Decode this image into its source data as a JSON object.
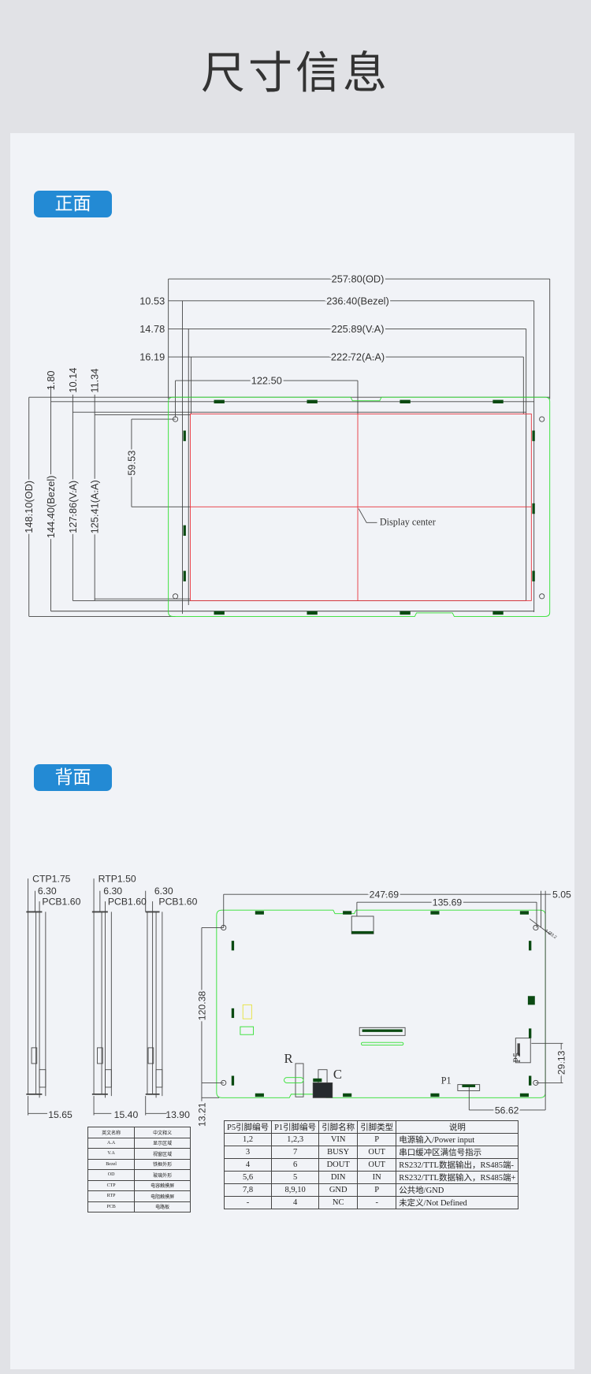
{
  "title": "尺寸信息",
  "colors": {
    "accent": "#238ad4",
    "outline": "#2ee02e",
    "active_area": "#e8313a",
    "pad": "#0b4a12"
  },
  "front": {
    "badge": "正面",
    "dims": {
      "od_width": "257.80(OD)",
      "bezel_width": "236.40(Bezel)",
      "va_width": "225.89(V.A)",
      "aa_width": "222.72(A.A)",
      "bezel_offset": "10.53",
      "va_offset": "14.78",
      "aa_offset": "16.19",
      "center_x": "122.50",
      "center_y": "59.53",
      "od_height": "148.10(OD)",
      "bezel_height": "144.40(Bezel)",
      "va_height": "127.86(V.A)",
      "aa_height": "125.41(A.A)",
      "bezel_top": "1.80",
      "va_top": "10.14",
      "aa_top": "11.34"
    },
    "display_center": "Display center"
  },
  "back": {
    "badge": "背面",
    "profiles": [
      {
        "touch": "CTP1.75",
        "gap": "6.30",
        "pcb": "PCB1.60",
        "total": "15.65"
      },
      {
        "touch": "RTP1.50",
        "gap": "6.30",
        "pcb": "PCB1.60",
        "total": "15.40"
      },
      {
        "touch": "",
        "gap": "6.30",
        "pcb": "PCB1.60",
        "total": "13.90"
      }
    ],
    "dims": {
      "hole_span_x": "247.69",
      "connector_x": "135.69",
      "right_margin": "5.05",
      "hole_span_y": "120.38",
      "bottom_margin": "13.21",
      "p5_offset": "29.13",
      "p1_offset": "56.62",
      "hole_spec": "4-Ø3.2"
    },
    "labels": {
      "r": "R",
      "c": "C",
      "p1": "P1",
      "p5": "P5"
    }
  },
  "glossary": {
    "headers": [
      "英文名称",
      "中文释义"
    ],
    "rows": [
      [
        "A.A",
        "显示区域"
      ],
      [
        "V.A",
        "视窗区域"
      ],
      [
        "Bezel",
        "铁框外形"
      ],
      [
        "OD",
        "玻璃外形"
      ],
      [
        "CTP",
        "电容触摸屏"
      ],
      [
        "RTP",
        "电阻触摸屏"
      ],
      [
        "PCB",
        "电路板"
      ]
    ]
  },
  "pins": {
    "headers": [
      "P5引脚编号",
      "P1引脚编号",
      "引脚名称",
      "引脚类型",
      "说明"
    ],
    "rows": [
      [
        "1,2",
        "1,2,3",
        "VIN",
        "P",
        "电源输入/Power input"
      ],
      [
        "3",
        "7",
        "BUSY",
        "OUT",
        "串口缓冲区满信号指示"
      ],
      [
        "4",
        "6",
        "DOUT",
        "OUT",
        "RS232/TTL数据输出，RS485端-"
      ],
      [
        "5,6",
        "5",
        "DIN",
        "IN",
        "RS232/TTL数据输入，RS485端+"
      ],
      [
        "7,8",
        "8,9,10",
        "GND",
        "P",
        "公共地/GND"
      ],
      [
        "-",
        "4",
        "NC",
        "-",
        "未定义/Not Defined"
      ]
    ]
  }
}
